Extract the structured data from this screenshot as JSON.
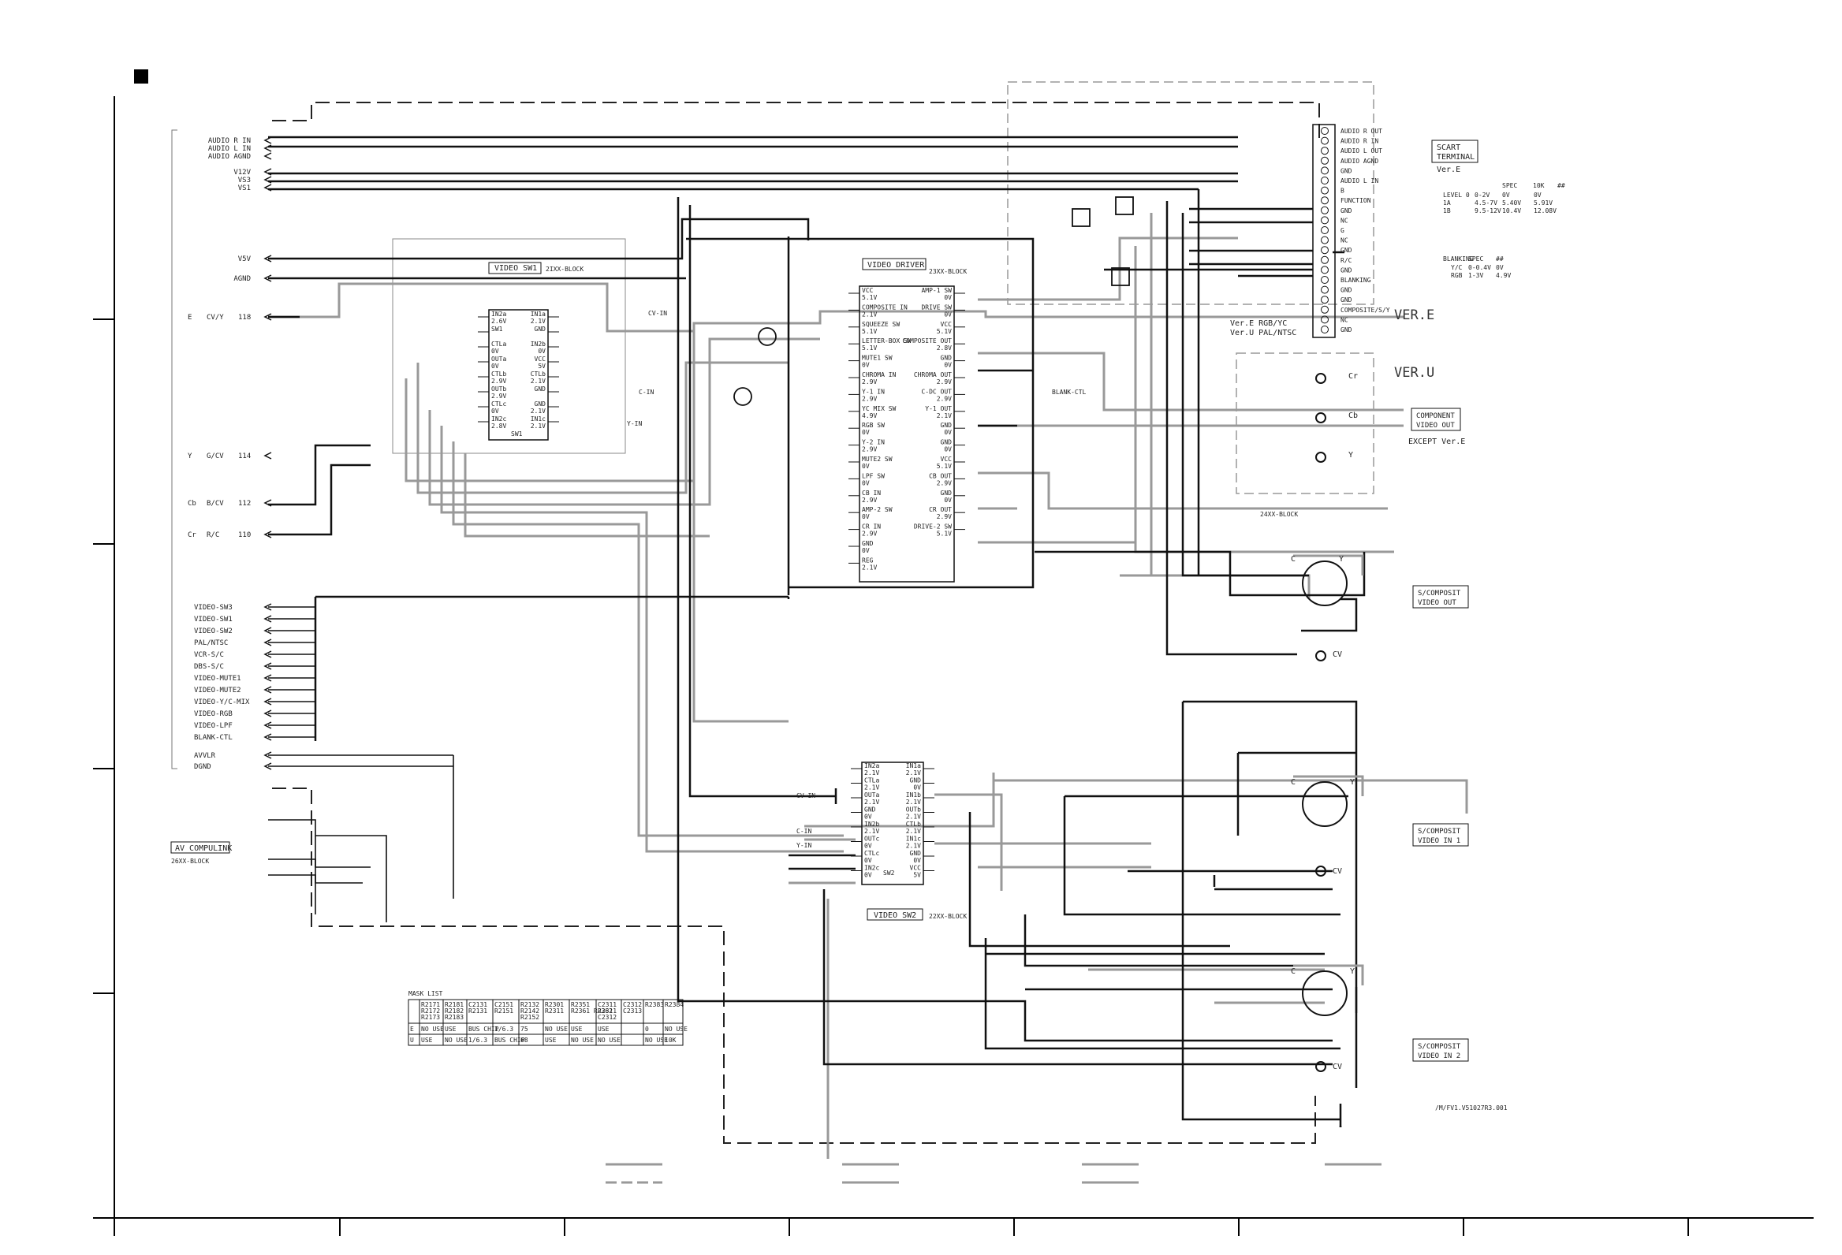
{
  "left_signals": {
    "audio": [
      "AUDIO R IN",
      "AUDIO L IN",
      "AUDIO AGND"
    ],
    "power": [
      "V12V",
      "VS3",
      "VS1"
    ],
    "v5v": "V5V",
    "agnd": "AGND",
    "inputs": [
      {
        "prefix": "E",
        "label": "CV/Y",
        "pin": "118"
      },
      {
        "prefix": "Y",
        "label": "G/CV",
        "pin": "114"
      },
      {
        "prefix": "Cb",
        "label": "B/CV",
        "pin": "112"
      },
      {
        "prefix": "Cr",
        "label": "R/C",
        "pin": "110"
      }
    ],
    "controls": [
      "VIDEO-SW3",
      "VIDEO-SW1",
      "VIDEO-SW2",
      "PAL/NTSC",
      "VCR-S/C",
      "DBS-S/C",
      "VIDEO-MUTE1",
      "VIDEO-MUTE2",
      "VIDEO-Y/C-MIX",
      "VIDEO-RGB",
      "VIDEO-LPF",
      "BLANK-CTL"
    ],
    "avvlr": "AVVLR",
    "dgnd": "DGND"
  },
  "blocks": {
    "video_sw1": {
      "title": "VIDEO SW1",
      "tag": "2IXX-BLOCK",
      "left_pins": [
        {
          "name": "IN2a",
          "v": "2.6V"
        },
        {
          "name": "SW1",
          "v": ""
        },
        {
          "name": "CTLa",
          "v": "0V"
        },
        {
          "name": "OUTa",
          "v": "0V"
        },
        {
          "name": "CTLb",
          "v": "2.9V"
        },
        {
          "name": "OUTb",
          "v": "2.9V"
        },
        {
          "name": "CTLc",
          "v": "0V"
        },
        {
          "name": "IN2c",
          "v": "2.8V"
        }
      ],
      "right_pins": [
        {
          "name": "IN1a",
          "v": "2.1V"
        },
        {
          "name": "GND",
          "v": ""
        },
        {
          "name": "IN2b",
          "v": "0V"
        },
        {
          "name": "VCC",
          "v": "5V"
        },
        {
          "name": "CTLb",
          "v": "2.1V"
        },
        {
          "name": "GND",
          "v": ""
        },
        {
          "name": "GND",
          "v": "2.1V"
        },
        {
          "name": "IN1c",
          "v": "2.1V"
        }
      ],
      "chip_label": "SW1"
    },
    "video_driver": {
      "title": "VIDEO DRIVER",
      "tag": "23XX-BLOCK",
      "left_pins": [
        {
          "name": "VCC",
          "v": "5.1V"
        },
        {
          "name": "COMPOSITE IN",
          "v": "2.1V"
        },
        {
          "name": "SQUEEZE SW",
          "v": "5.1V"
        },
        {
          "name": "LETTER-BOX SW",
          "v": "5.1V"
        },
        {
          "name": "MUTE1 SW",
          "v": "0V"
        },
        {
          "name": "CHROMA IN",
          "v": "2.9V"
        },
        {
          "name": "Y-1 IN",
          "v": "2.9V"
        },
        {
          "name": "YC MIX SW",
          "v": "4.9V"
        },
        {
          "name": "RGB SW",
          "v": "0V"
        },
        {
          "name": "Y-2 IN",
          "v": "2.9V"
        },
        {
          "name": "MUTE2 SW",
          "v": "0V"
        },
        {
          "name": "LPF SW",
          "v": "0V"
        },
        {
          "name": "CB IN",
          "v": "2.9V"
        },
        {
          "name": "AMP-2 SW",
          "v": "0V"
        },
        {
          "name": "CR IN",
          "v": "2.9V"
        },
        {
          "name": "GND",
          "v": "0V"
        },
        {
          "name": "REG",
          "v": "2.1V"
        }
      ],
      "right_pins": [
        {
          "name": "AMP-1 SW",
          "v": "0V"
        },
        {
          "name": "DRIVE SW",
          "v": "0V"
        },
        {
          "name": "VCC",
          "v": "5.1V"
        },
        {
          "name": "COMPOSITE OUT",
          "v": "2.8V"
        },
        {
          "name": "GND",
          "v": "0V"
        },
        {
          "name": "CHROMA OUT",
          "v": "2.9V"
        },
        {
          "name": "C-DC OUT",
          "v": "2.9V"
        },
        {
          "name": "Y-1 OUT",
          "v": "2.1V"
        },
        {
          "name": "GND",
          "v": "0V"
        },
        {
          "name": "GND",
          "v": "0V"
        },
        {
          "name": "VCC",
          "v": "5.1V"
        },
        {
          "name": "CB OUT",
          "v": "2.9V"
        },
        {
          "name": "GND",
          "v": "0V"
        },
        {
          "name": "CR OUT",
          "v": "2.9V"
        },
        {
          "name": "DRIVE-2 SW",
          "v": "5.1V"
        }
      ]
    },
    "video_sw2": {
      "title": "VIDEO SW2",
      "tag": "22XX-BLOCK",
      "left_pins": [
        {
          "name": "IN2a",
          "v": "2.1V"
        },
        {
          "name": "CTLa",
          "v": "2.1V"
        },
        {
          "name": "OUTa",
          "v": "2.1V"
        },
        {
          "name": "GND",
          "v": "0V"
        },
        {
          "name": "IN2b",
          "v": "2.1V"
        },
        {
          "name": "OUTc",
          "v": "0V"
        },
        {
          "name": "CTLc",
          "v": "0V"
        },
        {
          "name": "IN2c",
          "v": "0V"
        }
      ],
      "right_pins": [
        {
          "name": "IN1a",
          "v": "2.1V"
        },
        {
          "name": "GND",
          "v": "0V"
        },
        {
          "name": "IN1b",
          "v": "2.1V"
        },
        {
          "name": "OUTb",
          "v": "2.1V"
        },
        {
          "name": "CTLb",
          "v": "2.1V"
        },
        {
          "name": "IN1c",
          "v": "2.1V"
        },
        {
          "name": "GND",
          "v": "0V"
        },
        {
          "name": "VCC",
          "v": "5V"
        }
      ],
      "chip_label": "SW2"
    }
  },
  "scart": {
    "title": "SCART\nTERMINAL",
    "version": "Ver.E",
    "pins": [
      "AUDIO R OUT",
      "AUDIO R IN",
      "AUDIO L OUT",
      "AUDIO AGND",
      "GND",
      "AUDIO L IN",
      "B",
      "FUNCTION",
      "GND",
      "NC",
      "G",
      "NC",
      "GND",
      "R/C",
      "GND",
      "BLANKING",
      "GND",
      "GND",
      "COMPOSITE/S/Y",
      "NC",
      "GND"
    ],
    "function_table": {
      "headers": [
        "SPEC",
        "10K",
        "##"
      ],
      "rows": [
        [
          "LEVEL 0",
          "0-2V",
          "0V",
          "0V"
        ],
        [
          "1A",
          "4.5-7V",
          "5.40V",
          "5.91V"
        ],
        [
          "1B",
          "9.5-12V",
          "10.4V",
          "12.08V"
        ]
      ]
    },
    "blanking_table": {
      "headers": [
        "BLANKING",
        "SPEC",
        "##"
      ],
      "rows": [
        [
          "Y/C",
          "0-0.4V",
          "0V"
        ],
        [
          "RGB",
          "1-3V",
          "4.9V"
        ]
      ]
    }
  },
  "labels": {
    "ver_e": "VER.E",
    "ver_u": "VER.U",
    "ver_note": "Ver.E RGB/YC\nVer.U PAL/NTSC",
    "component": "COMPONENT\nVIDEO OUT",
    "component_note": "EXCEPT Ver.E",
    "comp_jacks": [
      "Cr",
      "Cb",
      "Y"
    ],
    "block_24xx": "24XX-BLOCK",
    "s_out": "S/COMPOSIT\nVIDEO OUT",
    "s_in1": "S/COMPOSIT\nVIDEO IN 1",
    "s_in2": "S/COMPOSIT\nVIDEO IN 2",
    "cv": "CV",
    "c": "C",
    "y": "Y",
    "av_compulink": "AV COMPULINK",
    "block_26xx": "26XX-BLOCK",
    "drawing_code": "/M/FV1.V51027R3.001",
    "blank_ctl": "BLANK-CTL",
    "signal_cvin": "CV-IN",
    "signal_cin": "C-IN",
    "signal_yin": "Y-IN"
  },
  "mask_list": {
    "title": "MASK LIST",
    "headers": [
      "",
      "R2171\nR2172\nR2173",
      "R2181\nR2182\nR2183",
      "C2131\nR2131",
      "C2151\nR2151",
      "R2132\nR2142\nR2152",
      "R2301\nR2311",
      "R2351\nR2361 R2362",
      "C2311\nR2311\nC2312",
      "C2312\nC2313",
      "R2383",
      "R2384"
    ],
    "rows": [
      [
        "E",
        "NO USE",
        "USE",
        "BUS CHIP",
        "1/6.3",
        "75",
        "NO USE",
        "USE",
        "USE",
        "",
        "0",
        "NO USE"
      ],
      [
        "U",
        "USE",
        "NO USE",
        "1/6.3",
        "BUS CHIP",
        "68",
        "USE",
        "NO USE",
        "NO USE",
        "",
        "NO USE",
        "10K"
      ]
    ]
  },
  "colors": {
    "line": "#111111",
    "thick": "#333333",
    "gray": "#9a9a9a",
    "dashed_box": "#9a9a9a"
  }
}
